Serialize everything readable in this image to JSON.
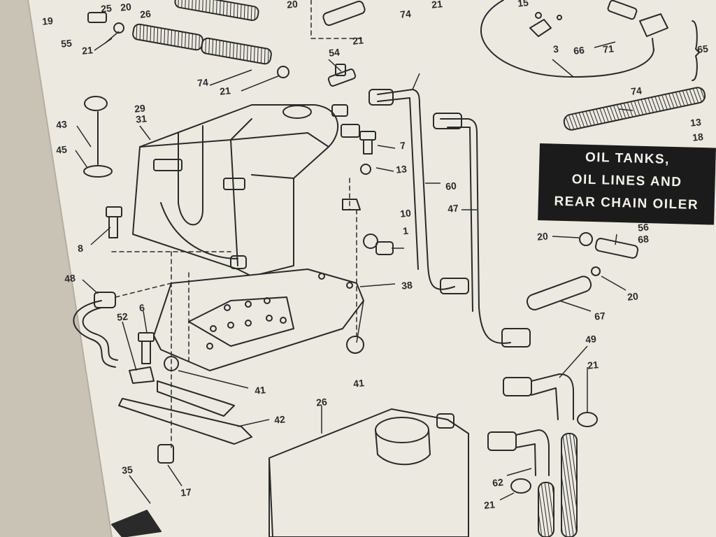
{
  "diagram": {
    "title_lines": [
      "OIL TANKS,",
      "OIL LINES AND",
      "REAR CHAIN OILER"
    ],
    "callouts": [
      {
        "id": "c19",
        "text": "19"
      },
      {
        "id": "c20a",
        "text": "20"
      },
      {
        "id": "c26a",
        "text": "26"
      },
      {
        "id": "c25",
        "text": "25"
      },
      {
        "id": "c20b",
        "text": "20"
      },
      {
        "id": "c74a",
        "text": "74"
      },
      {
        "id": "c21a",
        "text": "21"
      },
      {
        "id": "c55",
        "text": "55"
      },
      {
        "id": "c21b",
        "text": "21"
      },
      {
        "id": "c21c",
        "text": "21"
      },
      {
        "id": "c15",
        "text": "15"
      },
      {
        "id": "c3",
        "text": "3"
      },
      {
        "id": "c66",
        "text": "66"
      },
      {
        "id": "c71",
        "text": "71"
      },
      {
        "id": "c65",
        "text": "65"
      },
      {
        "id": "c54",
        "text": "54"
      },
      {
        "id": "c74b",
        "text": "74"
      },
      {
        "id": "c21d",
        "text": "21"
      },
      {
        "id": "c74c",
        "text": "74"
      },
      {
        "id": "c13a",
        "text": "13"
      },
      {
        "id": "c18",
        "text": "18"
      },
      {
        "id": "c29",
        "text": "29"
      },
      {
        "id": "c31",
        "text": "31"
      },
      {
        "id": "c43",
        "text": "43"
      },
      {
        "id": "c45",
        "text": "45"
      },
      {
        "id": "c7",
        "text": "7"
      },
      {
        "id": "c13b",
        "text": "13"
      },
      {
        "id": "c60",
        "text": "60"
      },
      {
        "id": "c47",
        "text": "47"
      },
      {
        "id": "c8",
        "text": "8"
      },
      {
        "id": "c10",
        "text": "10"
      },
      {
        "id": "c1",
        "text": "1"
      },
      {
        "id": "c20c",
        "text": "20"
      },
      {
        "id": "c56",
        "text": "56"
      },
      {
        "id": "c68",
        "text": "68"
      },
      {
        "id": "c20d",
        "text": "20"
      },
      {
        "id": "c48",
        "text": "48"
      },
      {
        "id": "c38",
        "text": "38"
      },
      {
        "id": "c67",
        "text": "67"
      },
      {
        "id": "c52",
        "text": "52"
      },
      {
        "id": "c6",
        "text": "6"
      },
      {
        "id": "c49",
        "text": "49"
      },
      {
        "id": "c41a",
        "text": "41"
      },
      {
        "id": "c41b",
        "text": "41"
      },
      {
        "id": "c21e",
        "text": "21"
      },
      {
        "id": "c42",
        "text": "42"
      },
      {
        "id": "c26b",
        "text": "26"
      },
      {
        "id": "c17",
        "text": "17"
      },
      {
        "id": "c35",
        "text": "35"
      },
      {
        "id": "c62",
        "text": "62"
      },
      {
        "id": "c21f",
        "text": "21"
      }
    ]
  },
  "colors": {
    "paper": "#ece9e1",
    "ink": "#2a2a2a",
    "title_bg": "#1b1b1b",
    "title_text": "#f2f0ea",
    "background": "#c9c3b6"
  }
}
